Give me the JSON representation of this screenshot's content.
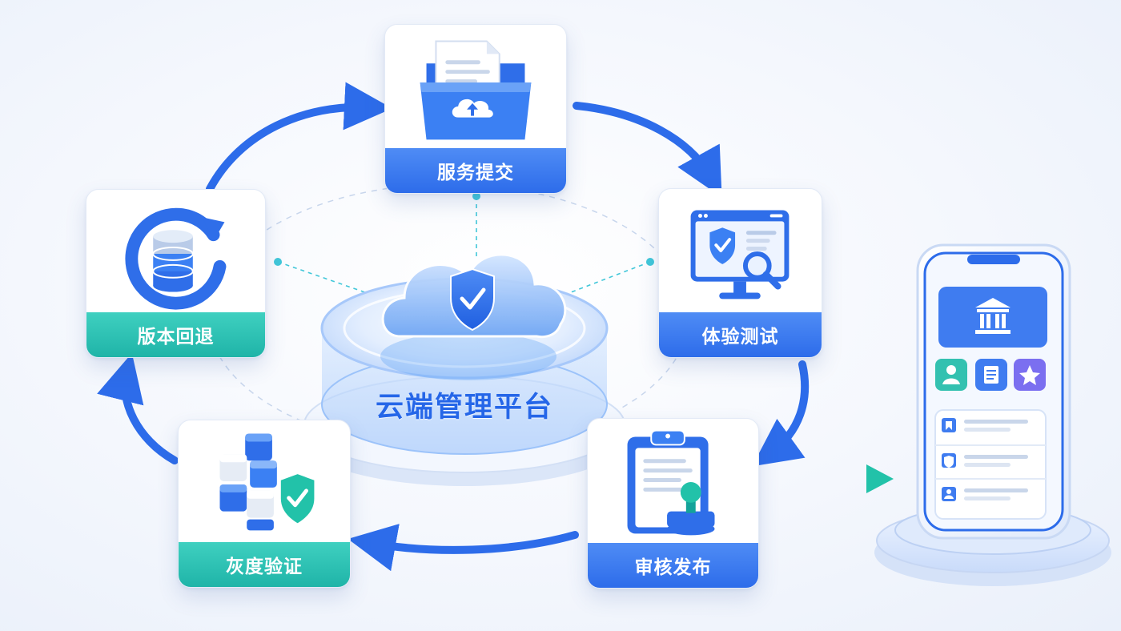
{
  "diagram": {
    "center": {
      "label": "云端管理平台"
    },
    "steps": [
      {
        "id": "submit",
        "label": "服务提交",
        "icon": "upload-folder-icon"
      },
      {
        "id": "test",
        "label": "体验测试",
        "icon": "monitor-shield-icon"
      },
      {
        "id": "review",
        "label": "审核发布",
        "icon": "clipboard-stamp-icon"
      },
      {
        "id": "gray",
        "label": "灰度验证",
        "icon": "cubes-shield-icon"
      },
      {
        "id": "rollback",
        "label": "版本回退",
        "icon": "database-refresh-icon"
      }
    ],
    "target": {
      "icon": "mobile-app-icon"
    },
    "colors": {
      "primary": "#2d6cea",
      "accent_teal": "#1fb4a8",
      "cloud": "#7fb4f7",
      "arrow_green": "#22c2a9"
    }
  }
}
